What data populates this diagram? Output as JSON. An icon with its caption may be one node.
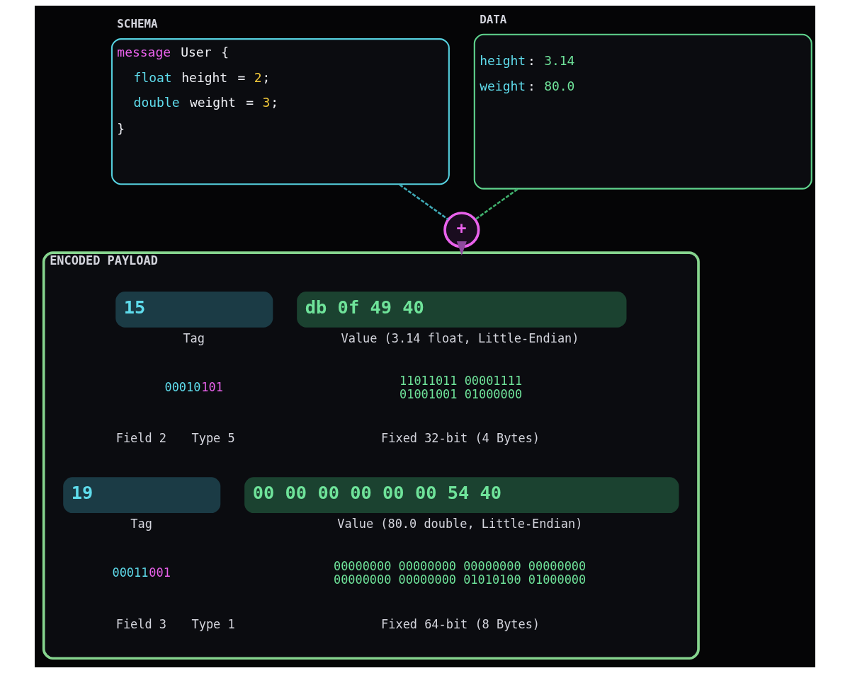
{
  "diagram": {
    "nodes": [
      {
        "text": [
          "SCHEMA",
          "message User {",
          "float height = 2;",
          "double weight = 3;",
          "}"
        ]
      },
      {
        "text": [
          "DATA",
          "height: 3.14",
          "weight: 80.0"
        ]
      },
      {
        "text": [
          "+"
        ]
      },
      {
        "text": [
          "ENCODED PAYLOAD"
        ]
      },
      {
        "text": [
          "15"
        ],
        "in": 3,
        "beside": [
          "Tag"
        ]
      },
      {
        "text": [
          "db 0f 49 40"
        ],
        "in": 3,
        "beside": [
          "Value (3.14 float, Little-Endian)"
        ]
      },
      {
        "text": [
          "19"
        ],
        "in": 3,
        "beside": [
          "Tag"
        ]
      },
      {
        "text": [
          "00 00 00 00 00 00 54 40"
        ],
        "in": 3,
        "beside": [
          "Value (80.0 double, Little-Endian)"
        ]
      }
    ],
    "edges": [
      {
        "from": 0,
        "to": 2,
        "arrow": "none",
        "style": "dashed",
        "color": "#3fa9b5"
      },
      {
        "from": 1,
        "to": 2,
        "arrow": "none",
        "style": "dashed",
        "color": "#3fae6c"
      },
      {
        "from": 2,
        "to": 3,
        "arrow": "to",
        "color": "#8e4a9e"
      }
    ],
    "labels": [
      "00010101",
      "11011011 00001111 01001001 01000000",
      "Field 2",
      "Type 5",
      "Fixed 32-bit (4 Bytes)",
      "00011001",
      "00000000 00000000 00000000 00000000 00000000 00000000 01010100 01000000",
      "Field 3",
      "Type 1",
      "Fixed 64-bit (8 Bytes)"
    ]
  }
}
